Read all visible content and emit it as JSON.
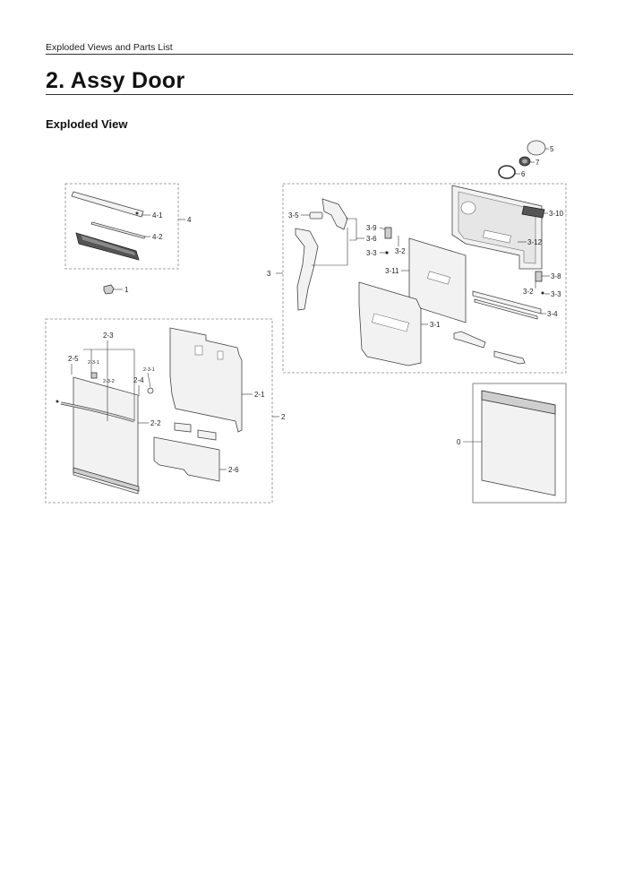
{
  "header": {
    "running_title": "Exploded Views and Parts List"
  },
  "section": {
    "title": "2.  Assy Door"
  },
  "subsection": {
    "title": "Exploded View"
  },
  "labels": {
    "p0": "0",
    "p1": "1",
    "p2": "2",
    "p2_1": "2-1",
    "p2_2": "2-2",
    "p2_3": "2-3",
    "p2_3_1a": "2-3-1",
    "p2_3_1b": "2-3-1",
    "p2_3_2": "2-3-2",
    "p2_4": "2-4",
    "p2_5": "2-5",
    "p2_6": "2-6",
    "p3": "3",
    "p3_1": "3-1",
    "p3_2a": "3-2",
    "p3_2b": "3-2",
    "p3_3a": "3-3",
    "p3_3b": "3-3",
    "p3_4": "3-4",
    "p3_5": "3-5",
    "p3_6": "3-6",
    "p3_8": "3-8",
    "p3_9": "3-9",
    "p3_10": "3-10",
    "p3_11": "3-11",
    "p3_12": "3-12",
    "p4": "4",
    "p4_1": "4-1",
    "p4_2": "4-2",
    "p5": "5",
    "p6": "6",
    "p7": "7"
  }
}
